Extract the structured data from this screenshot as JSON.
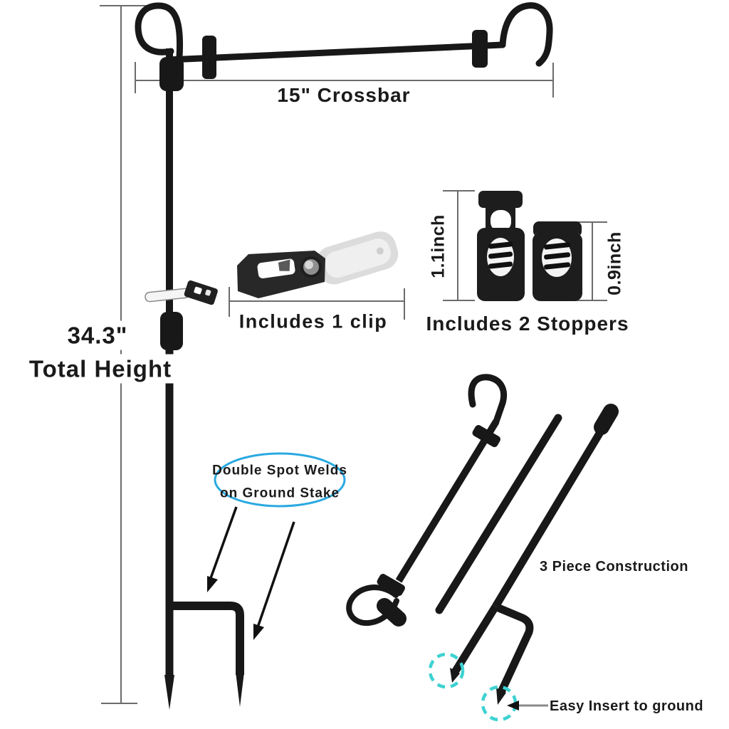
{
  "image": {
    "kind": "product-infographic",
    "subject": "garden flag pole stand",
    "background": "#ffffff"
  },
  "colors": {
    "metal_ink": "#181818",
    "dimension_line": "#6b6b6b",
    "callout_blue": "#2aa9e1",
    "dashed_circle_teal": "#3ed2d2",
    "text": "#1a1a1a",
    "clip_strap_gray": "#dcdcdc"
  },
  "annotations": {
    "crossbar_length": "15\" Crossbar",
    "total_height": {
      "value": "34.3\"",
      "caption": "Total Height"
    },
    "clip_note": "Includes 1 clip",
    "stoppers_note": "Includes 2 Stoppers",
    "stopper_tall_height": "1.1inch",
    "stopper_short_height": "0.9inch",
    "welds_callout": {
      "line1": "Double Spot Welds",
      "line2": "on Ground Stake"
    },
    "construction_note": "3 Piece Construction",
    "ground_note": "Easy Insert to ground"
  }
}
